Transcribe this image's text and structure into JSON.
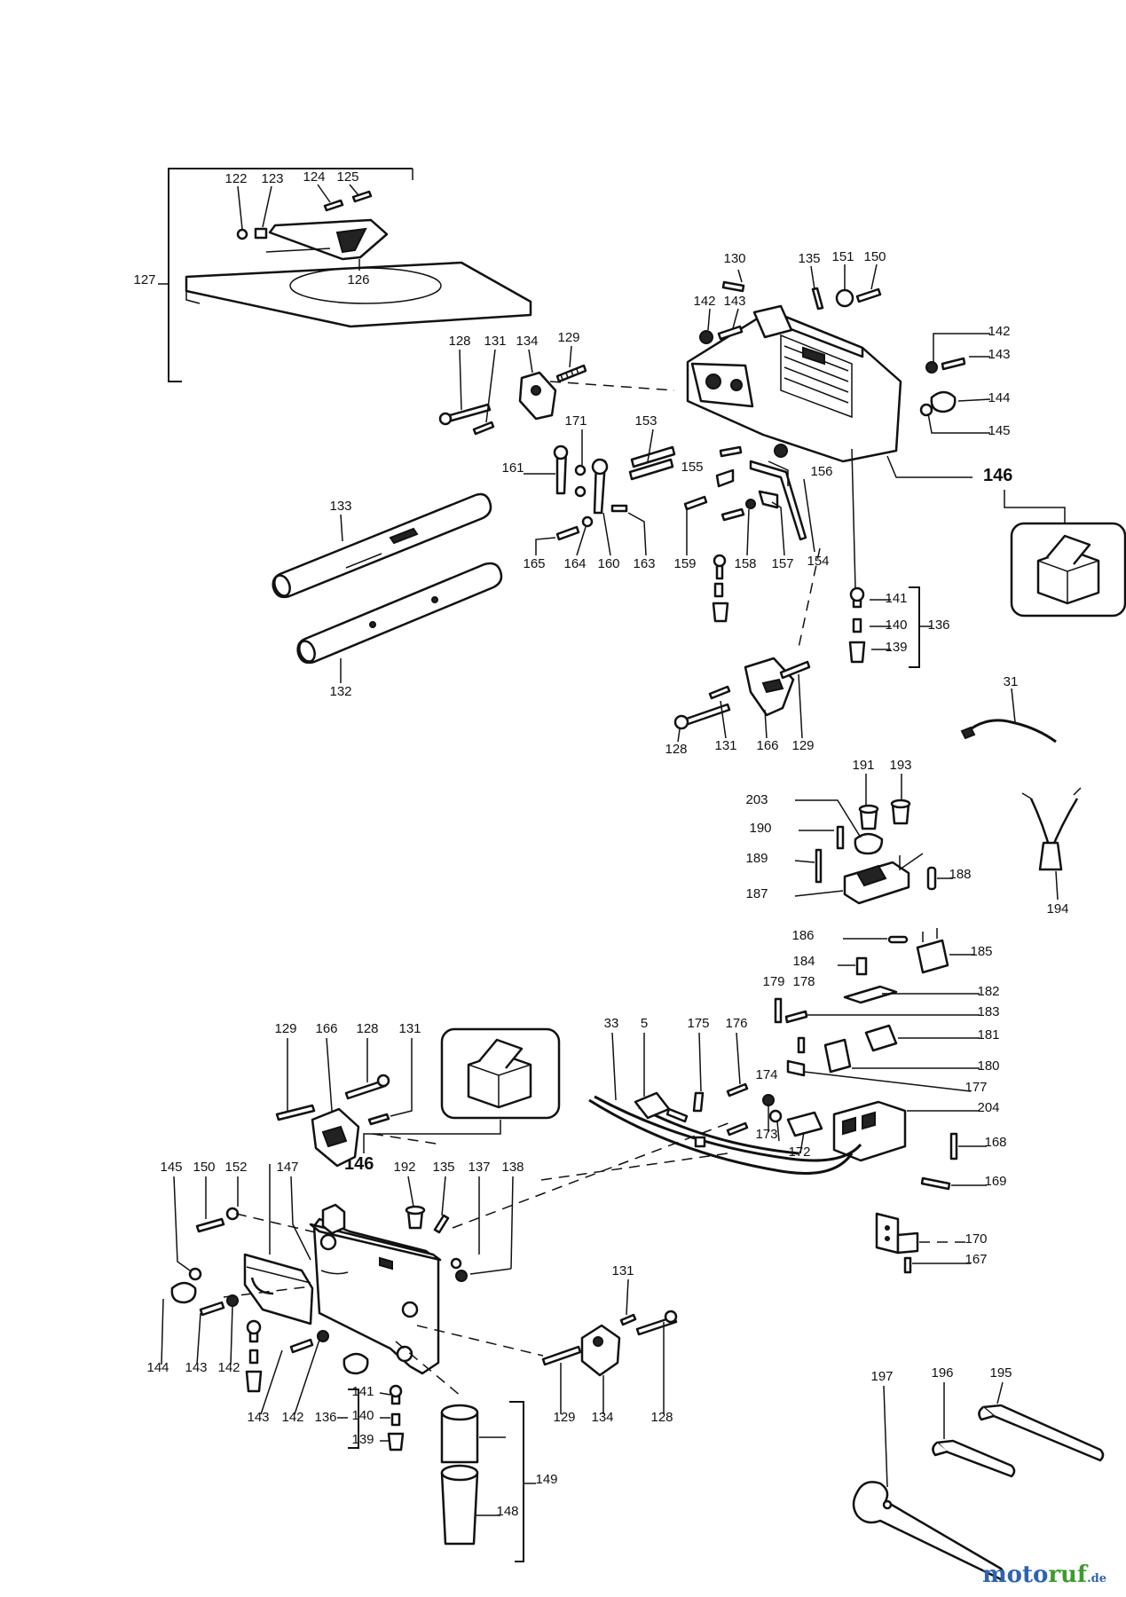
{
  "labels": [
    [
      "122",
      266,
      206
    ],
    [
      "123",
      307,
      206
    ],
    [
      "124",
      354,
      204
    ],
    [
      "125",
      392,
      204
    ],
    [
      "127",
      163,
      320
    ],
    [
      "126",
      404,
      320
    ],
    [
      "130",
      828,
      296
    ],
    [
      "135",
      912,
      296
    ],
    [
      "151",
      950,
      294
    ],
    [
      "150",
      986,
      294
    ],
    [
      "142",
      794,
      344
    ],
    [
      "143",
      828,
      344
    ],
    [
      "142",
      1126,
      378
    ],
    [
      "143",
      1126,
      404
    ],
    [
      "144",
      1126,
      453
    ],
    [
      "145",
      1126,
      490
    ],
    [
      "128",
      518,
      389
    ],
    [
      "131",
      558,
      389
    ],
    [
      "134",
      594,
      389
    ],
    [
      "129",
      641,
      385
    ],
    [
      "171",
      649,
      479
    ],
    [
      "153",
      728,
      479
    ],
    [
      "161",
      578,
      532
    ],
    [
      "155",
      780,
      531
    ],
    [
      "156",
      926,
      536
    ],
    [
      "165",
      602,
      640
    ],
    [
      "164",
      648,
      640
    ],
    [
      "160",
      686,
      640
    ],
    [
      "163",
      726,
      640
    ],
    [
      "159",
      772,
      640
    ],
    [
      "158",
      840,
      640
    ],
    [
      "157",
      882,
      640
    ],
    [
      "154",
      922,
      637
    ],
    [
      "133",
      384,
      575
    ],
    [
      "132",
      384,
      784
    ],
    [
      "141",
      1010,
      679
    ],
    [
      "140",
      1010,
      709
    ],
    [
      "139",
      1010,
      734
    ],
    [
      "136",
      1058,
      709
    ],
    [
      "128",
      762,
      849
    ],
    [
      "131",
      818,
      845
    ],
    [
      "166",
      865,
      845
    ],
    [
      "129",
      905,
      845
    ],
    [
      "31",
      1139,
      773
    ],
    [
      "191",
      973,
      867
    ],
    [
      "193",
      1015,
      867
    ],
    [
      "203",
      853,
      906
    ],
    [
      "190",
      857,
      938
    ],
    [
      "189",
      853,
      972
    ],
    [
      "188",
      1082,
      990
    ],
    [
      "187",
      853,
      1012
    ],
    [
      "194",
      1192,
      1029
    ],
    [
      "186",
      905,
      1059
    ],
    [
      "185",
      1106,
      1077
    ],
    [
      "184",
      906,
      1088
    ],
    [
      "179",
      872,
      1111
    ],
    [
      "178",
      906,
      1111
    ],
    [
      "182",
      1114,
      1122
    ],
    [
      "183",
      1114,
      1145
    ],
    [
      "181",
      1114,
      1171
    ],
    [
      "180",
      1114,
      1206
    ],
    [
      "33",
      689,
      1158
    ],
    [
      "5",
      726,
      1158
    ],
    [
      "175",
      787,
      1158
    ],
    [
      "176",
      830,
      1158
    ],
    [
      "174",
      864,
      1216
    ],
    [
      "177",
      1100,
      1230
    ],
    [
      "204",
      1114,
      1253
    ],
    [
      "173",
      864,
      1283
    ],
    [
      "172",
      901,
      1303
    ],
    [
      "168",
      1122,
      1292
    ],
    [
      "169",
      1122,
      1336
    ],
    [
      "129",
      322,
      1164
    ],
    [
      "166",
      368,
      1164
    ],
    [
      "128",
      414,
      1164
    ],
    [
      "131",
      462,
      1164
    ],
    [
      "145",
      193,
      1320
    ],
    [
      "150",
      230,
      1320
    ],
    [
      "152",
      266,
      1320
    ],
    [
      "147",
      324,
      1320
    ],
    [
      "192",
      456,
      1320
    ],
    [
      "135",
      500,
      1320
    ],
    [
      "137",
      540,
      1320
    ],
    [
      "138",
      578,
      1320
    ],
    [
      "170",
      1100,
      1401
    ],
    [
      "167",
      1100,
      1424
    ],
    [
      "131",
      702,
      1437
    ],
    [
      "144",
      178,
      1546
    ],
    [
      "143",
      221,
      1546
    ],
    [
      "142",
      258,
      1546
    ],
    [
      "143",
      291,
      1602
    ],
    [
      "142",
      330,
      1602
    ],
    [
      "136",
      367,
      1602
    ],
    [
      "129",
      636,
      1602
    ],
    [
      "134",
      679,
      1602
    ],
    [
      "128",
      746,
      1602
    ],
    [
      "141",
      409,
      1573
    ],
    [
      "140",
      409,
      1600
    ],
    [
      "139",
      409,
      1627
    ],
    [
      "149",
      616,
      1672
    ],
    [
      "148",
      572,
      1708
    ],
    [
      "197",
      994,
      1556
    ],
    [
      "196",
      1062,
      1552
    ],
    [
      "195",
      1128,
      1552
    ]
  ],
  "callout_146_upper": "146",
  "callout_146_lower": "146",
  "watermark": {
    "main": "motoruf",
    "suffix": ".de",
    "color_a": "#2f63b0",
    "color_b": "#3f9a2e"
  }
}
